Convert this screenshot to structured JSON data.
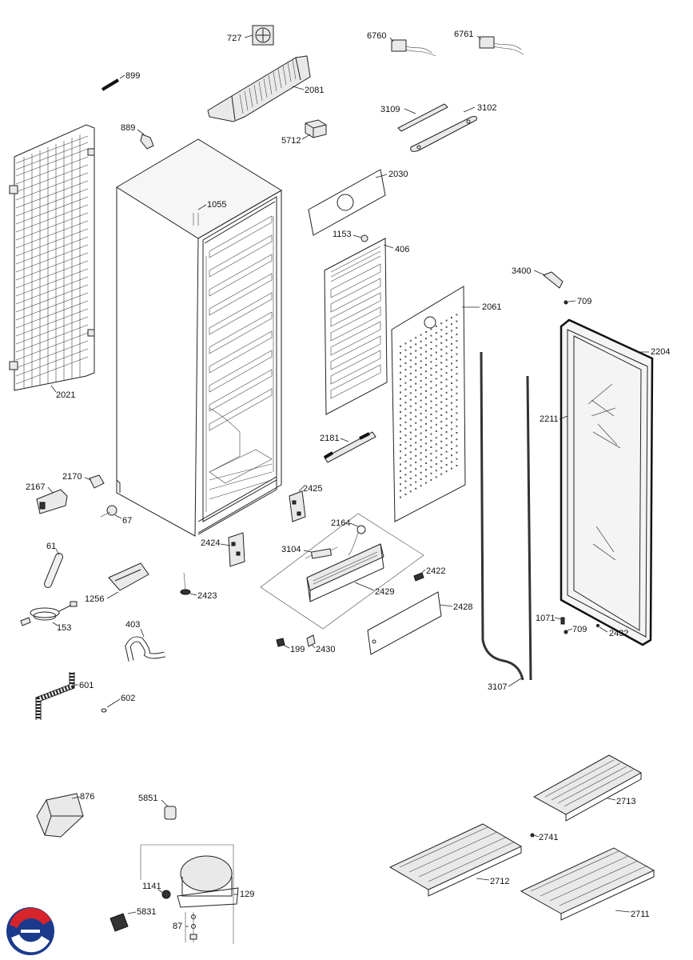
{
  "diagram": {
    "labels": {
      "p727": "727",
      "p6760": "6760",
      "p6761": "6761",
      "p899": "899",
      "p2081": "2081",
      "p3109": "3109",
      "p3102": "3102",
      "p889": "889",
      "p5712": "5712",
      "p2030": "2030",
      "p1055": "1055",
      "p1153": "1153",
      "p406": "406",
      "p3400": "3400",
      "p709a": "709",
      "p2061": "2061",
      "p2204": "2204",
      "p2211": "2211",
      "p2021": "2021",
      "p2181": "2181",
      "p2170": "2170",
      "p2167": "2167",
      "p2425": "2425",
      "p67": "67",
      "p2164": "2164",
      "p61": "61",
      "p2424": "2424",
      "p3104": "3104",
      "p2422": "2422",
      "p2423": "2423",
      "p1256": "1256",
      "p2429": "2429",
      "p2428": "2428",
      "p1071": "1071",
      "p709b": "709",
      "p2432": "2432",
      "p153": "153",
      "p403": "403",
      "p199": "199",
      "p2430": "2430",
      "p601": "601",
      "p3107": "3107",
      "p602": "602",
      "p876": "876",
      "p5851": "5851",
      "p2713": "2713",
      "p2741": "2741",
      "p1141": "1141",
      "p129": "129",
      "p2712": "2712",
      "p5831": "5831",
      "p87": "87",
      "p2711": "2711"
    }
  }
}
